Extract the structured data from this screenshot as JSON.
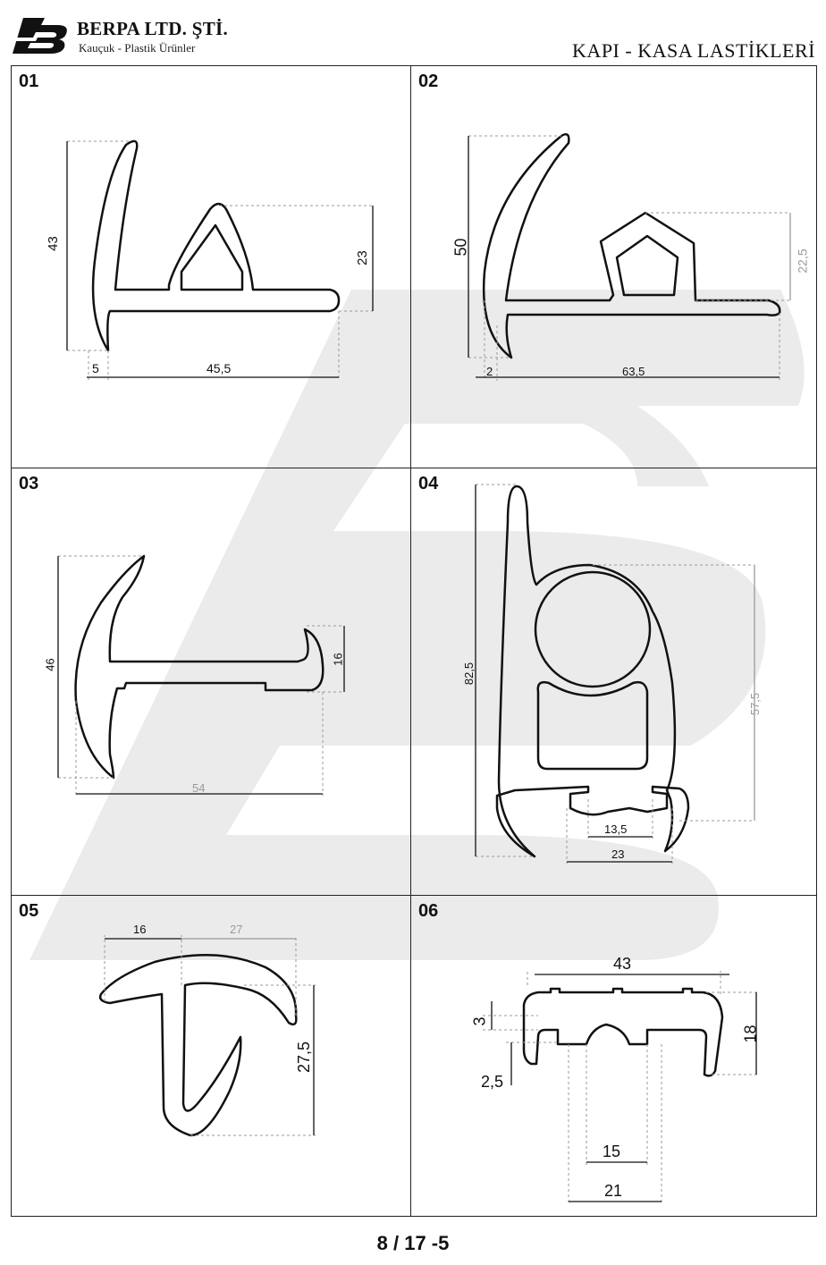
{
  "header": {
    "company_name": "BERPA LTD. ŞTİ.",
    "tagline": "Kauçuk - Plastik Ürünler",
    "section_title": "KAPI - KASA LASTİKLERİ"
  },
  "profiles": [
    {
      "number": "01",
      "dims": {
        "height": "43",
        "rib": "23",
        "base": "5",
        "width": "45,5"
      }
    },
    {
      "number": "02",
      "dims": {
        "height": "50",
        "rib": "22,5",
        "base": "2",
        "width": "63,5"
      }
    },
    {
      "number": "03",
      "dims": {
        "height": "46",
        "lip": "16",
        "width": "54"
      }
    },
    {
      "number": "04",
      "dims": {
        "height": "82,5",
        "body": "57,5",
        "slot": "13,5",
        "width": "23"
      }
    },
    {
      "number": "05",
      "dims": {
        "left": "16",
        "right": "27",
        "height": "27,5"
      }
    },
    {
      "number": "06",
      "dims": {
        "width": "43",
        "height": "18",
        "lip": "3",
        "base": "2,5",
        "groove": "15",
        "channel": "21"
      }
    }
  ],
  "footer": {
    "page": "8 / 17 -5"
  },
  "colors": {
    "line": "#111111",
    "dimension": "#9a9a9a",
    "watermark": "#e6e6e6"
  }
}
